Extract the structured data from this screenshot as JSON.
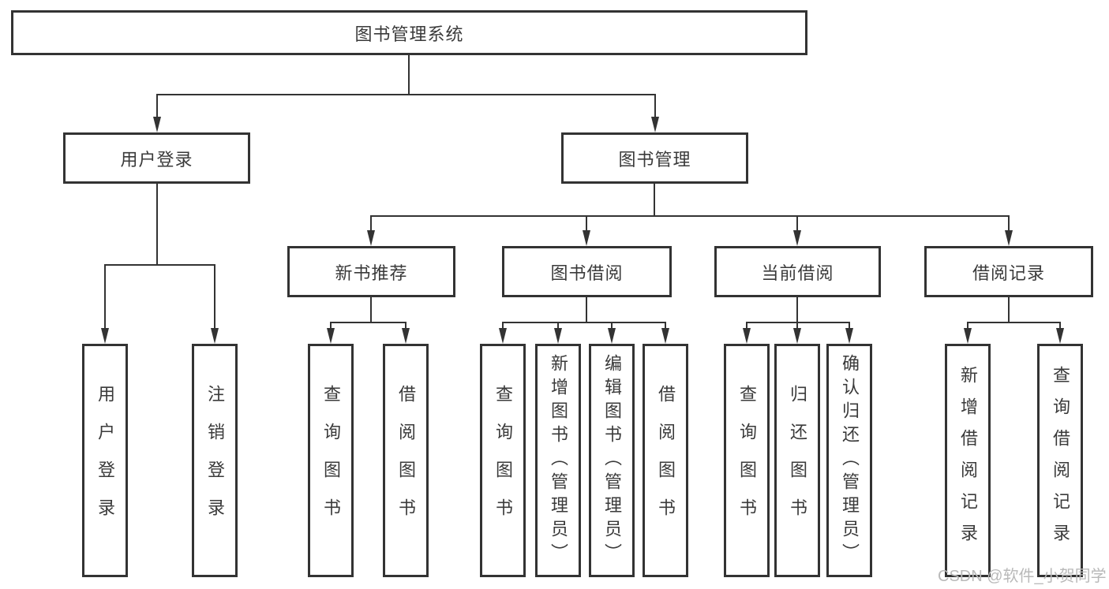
{
  "diagram": {
    "nodes": {
      "root": {
        "label": "图书管理系统"
      },
      "user_login": {
        "label": "用户登录"
      },
      "book_mgmt": {
        "label": "图书管理"
      },
      "new_book_rec": {
        "label": "新书推荐"
      },
      "book_borrow": {
        "label": "图书借阅"
      },
      "current_borrow": {
        "label": "当前借阅"
      },
      "borrow_records": {
        "label": "借阅记录"
      },
      "leaf_user_login": {
        "label": "用户登录"
      },
      "leaf_logout": {
        "label": "注销登录"
      },
      "leaf_query_book_a": {
        "label": "查询图书"
      },
      "leaf_borrow_book_a": {
        "label": "借阅图书"
      },
      "leaf_query_book_b": {
        "label": "查询图书"
      },
      "leaf_add_book": {
        "label": "新增图书（管理员）"
      },
      "leaf_edit_book": {
        "label": "编辑图书（管理员）"
      },
      "leaf_borrow_book_b": {
        "label": "借阅图书"
      },
      "leaf_query_book_c": {
        "label": "查询图书"
      },
      "leaf_return_book": {
        "label": "归还图书"
      },
      "leaf_confirm_return": {
        "label": "确认归还（管理员）"
      },
      "leaf_add_record": {
        "label": "新增借阅记录"
      },
      "leaf_query_record": {
        "label": "查询借阅记录"
      }
    },
    "tree": [
      {
        "parent": "图书管理系统",
        "children": [
          "用户登录",
          "图书管理"
        ]
      },
      {
        "parent": "用户登录",
        "children": [
          "用户登录",
          "注销登录"
        ]
      },
      {
        "parent": "图书管理",
        "children": [
          "新书推荐",
          "图书借阅",
          "当前借阅",
          "借阅记录"
        ]
      },
      {
        "parent": "新书推荐",
        "children": [
          "查询图书",
          "借阅图书"
        ]
      },
      {
        "parent": "图书借阅",
        "children": [
          "查询图书",
          "新增图书（管理员）",
          "编辑图书（管理员）",
          "借阅图书"
        ]
      },
      {
        "parent": "当前借阅",
        "children": [
          "查询图书",
          "归还图书",
          "确认归还（管理员）"
        ]
      },
      {
        "parent": "借阅记录",
        "children": [
          "新增借阅记录",
          "查询借阅记录"
        ]
      }
    ],
    "colors": {
      "line": "#333333",
      "box_border": "#333333",
      "text": "#3a3a3a",
      "background": "#ffffff",
      "watermark": "#b9b9b9"
    }
  },
  "watermark": {
    "text": "CSDN @软件_小贺同学"
  }
}
